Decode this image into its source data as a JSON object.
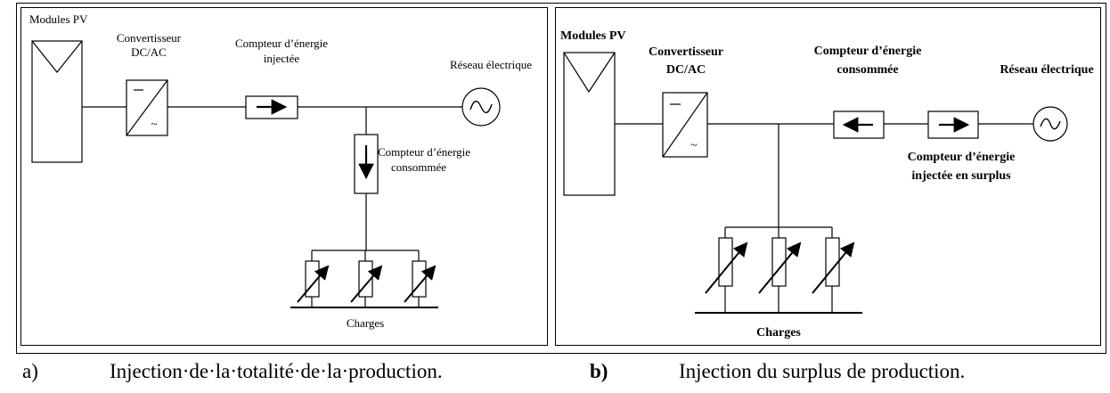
{
  "panel_a": {
    "modules_label": "Modules PV",
    "converter_label_1": "Convertisseur",
    "converter_label_2": "DC/AC",
    "meter_injected_label_1": "Compteur d’énergie",
    "meter_injected_label_2": "injectée",
    "grid_label": "Réseau électrique",
    "meter_consumed_label_1": "Compteur d’énergie",
    "meter_consumed_label_2": "consommée",
    "loads_label": "Charges"
  },
  "panel_b": {
    "modules_label": "Modules PV",
    "converter_label_1": "Convertisseur",
    "converter_label_2": "DC/AC",
    "meter_consumed_label_1": "Compteur d’énergie",
    "meter_consumed_label_2": "consommée",
    "grid_label": "Réseau électrique",
    "meter_surplus_label_1": "Compteur d’énergie",
    "meter_surplus_label_2": "injectée en surplus",
    "loads_label": "Charges"
  },
  "captions": {
    "a_letter": "a)",
    "a_text": "Injection·de·la·totalité·de·la·production.",
    "b_letter": "b)",
    "b_text": "Injection du surplus de production."
  }
}
